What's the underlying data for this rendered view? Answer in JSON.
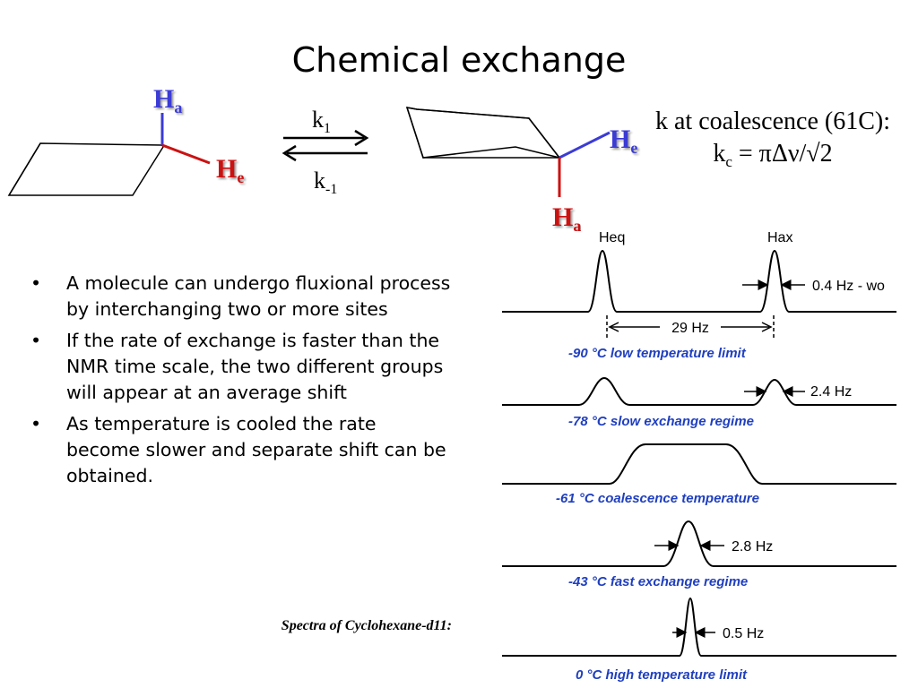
{
  "title": "Chemical exchange",
  "molecule_left": {
    "h_axial": {
      "symbol": "H",
      "sub": "a"
    },
    "h_equatorial": {
      "symbol": "H",
      "sub": "e"
    }
  },
  "molecule_right": {
    "h_equatorial": {
      "symbol": "H",
      "sub": "e"
    },
    "h_axial": {
      "symbol": "H",
      "sub": "a"
    }
  },
  "rates": {
    "forward": {
      "symbol": "k",
      "sub": "1"
    },
    "reverse": {
      "symbol": "k",
      "sub": "-1"
    }
  },
  "coalescence": {
    "line1": "k at coalescence (61C):",
    "kc_symbol": "k",
    "kc_sub": "c",
    "kc_formula": " = πΔν/√2"
  },
  "bullets": [
    "A molecule can undergo fluxional process by interchanging two or more sites",
    "If the rate of exchange is faster than the NMR time scale, the two different groups will appear at an average shift",
    "As temperature is cooled the rate become slower and separate shift can be obtained."
  ],
  "bullet_glyph": "•",
  "caption": "Spectra of Cyclohexane-d11:",
  "spectra": {
    "peak_label_eq": "Heq",
    "peak_label_ax": "Hax",
    "separation_label": "29 Hz",
    "traces": [
      {
        "temp_label": "-90 °C  low temperature limit",
        "width_label": "0.4 Hz - wo"
      },
      {
        "temp_label": "-78 °C  slow exchange regime",
        "width_label": "2.4 Hz"
      },
      {
        "temp_label": "-61 °C  coalescence temperature",
        "width_label": ""
      },
      {
        "temp_label": "-43 °C  fast exchange regime",
        "width_label": "2.8 Hz"
      },
      {
        "temp_label": "0 °C  high temperature limit",
        "width_label": "0.5 Hz"
      }
    ]
  },
  "colors": {
    "axial_bond": "#3b3bd6",
    "equatorial_bond": "#cc1111",
    "temp_label": "#1f3fbf"
  }
}
